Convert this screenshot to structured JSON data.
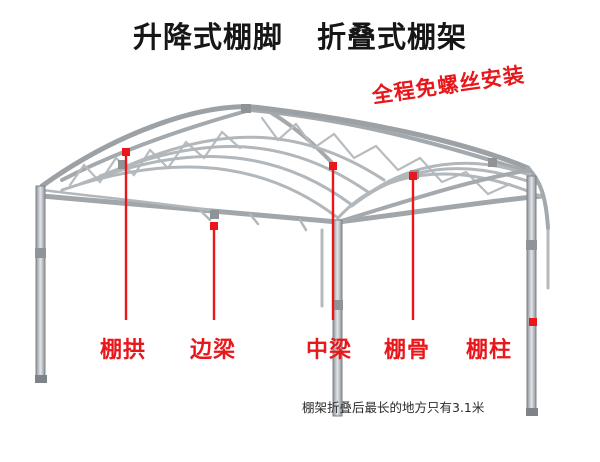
{
  "title": {
    "left": "升降式棚脚",
    "right": "折叠式棚架"
  },
  "slogan": "全程免螺丝安装",
  "parts": [
    {
      "label": "棚拱"
    },
    {
      "label": "边梁"
    },
    {
      "label": "中梁"
    },
    {
      "label": "棚骨"
    },
    {
      "label": "棚柱"
    }
  ],
  "note": "棚架折叠后最长的地方只有3.1米",
  "colors": {
    "label_red": "#e8171b",
    "frame_steel": "#a9aeb3",
    "title_text": "#161616"
  }
}
